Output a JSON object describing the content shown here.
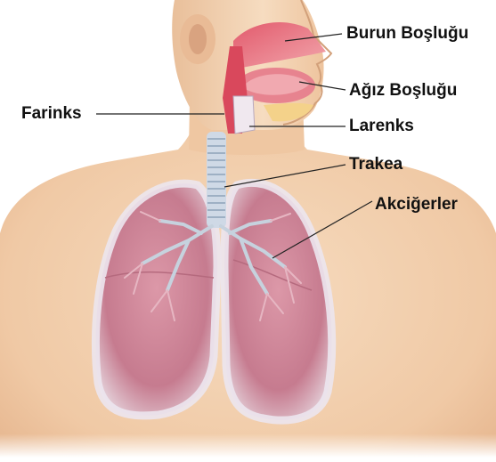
{
  "labels": {
    "burun_boslugu": "Burun Boşluğu",
    "agiz_boslugu": "Ağız Boşluğu",
    "farinks": "Farinks",
    "larenks": "Larenks",
    "trakea": "Trakea",
    "akcigerler": "Akciğerler"
  },
  "colors": {
    "skin": "#f1cfae",
    "skin_shadow": "#d9a883",
    "lung_fill": "#c97f92",
    "lung_outline": "#e9e9ef",
    "airway": "#d9485c",
    "trachea_ring": "#b9c7d8",
    "leader_line": "#222222",
    "label_text": "#111111"
  }
}
